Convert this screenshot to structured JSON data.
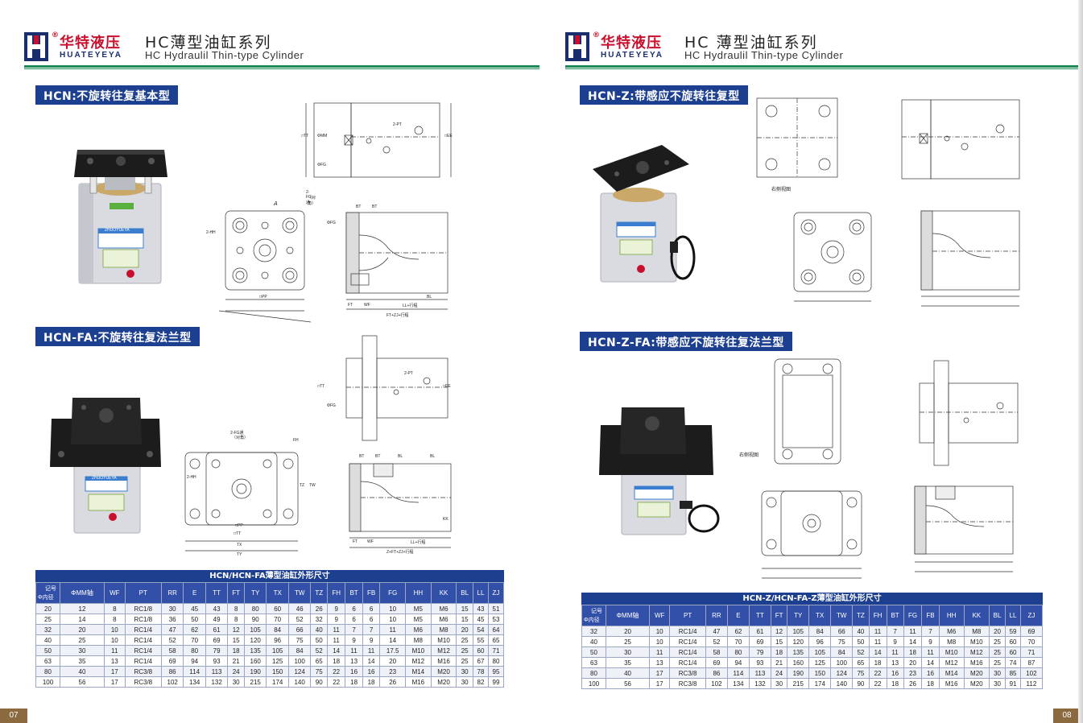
{
  "brand": {
    "name_cn": "华特液压",
    "reg_mark": "®",
    "name_en": "HUATEYEYA",
    "colors": {
      "red": "#c8102e",
      "navy": "#1a2e6e",
      "green_rule": "#1f8a58",
      "label_blue": "#1d3f8f"
    }
  },
  "left_page": {
    "series_cn": "HC薄型油缸系列",
    "series_en": "HC Hydraulil Thin-type Cylinder",
    "section1_label": "HCN:不旋转往复基本型",
    "section2_label": "HCN-FA:不旋转往复法兰型",
    "photo1_badge": "ZHUOYUEYA",
    "photo2_badge": "ZHUOYUEYA",
    "page_number": "07",
    "drawing_labels": {
      "two_pt": "2-PT",
      "tt": "□TT",
      "mm": "ΦMM",
      "fg": "ΦFG",
      "ee": "□EE",
      "two_fg": "2-FG通",
      "dui_jiao": "（对角）",
      "two_hh": "2-HH",
      "a": "A",
      "pp": "□PP",
      "bt": "BT",
      "kk": "KK",
      "ft": "FT",
      "wf": "WF",
      "bl": "BL",
      "ll_stroke": "LL+行程",
      "ft_zj_stroke": "FT+ZJ+行程",
      "fh": "FH",
      "tz": "TZ",
      "tw": "TW",
      "tx": "TX",
      "ty": "TY",
      "z_ft_zj_stroke": "Z+FT+ZJ+行程"
    },
    "table": {
      "title": "HCN/HCN-FA薄型油缸外形尺寸",
      "corner_top": "记号",
      "corner_bottom": "Φ内径",
      "headers": [
        "ΦMM轴",
        "WF",
        "PT",
        "RR",
        "E",
        "TT",
        "FT",
        "TY",
        "TX",
        "TW",
        "TZ",
        "FH",
        "BT",
        "FB",
        "FG",
        "HH",
        "KK",
        "BL",
        "LL",
        "ZJ"
      ],
      "rows": [
        [
          "20",
          "12",
          "8",
          "RC1/8",
          "30",
          "45",
          "43",
          "8",
          "80",
          "60",
          "46",
          "26",
          "9",
          "6",
          "6",
          "10",
          "M5",
          "M6",
          "15",
          "43",
          "51"
        ],
        [
          "25",
          "14",
          "8",
          "RC1/8",
          "36",
          "50",
          "49",
          "8",
          "90",
          "70",
          "52",
          "32",
          "9",
          "6",
          "6",
          "10",
          "M5",
          "M6",
          "15",
          "45",
          "53"
        ],
        [
          "32",
          "20",
          "10",
          "RC1/4",
          "47",
          "62",
          "61",
          "12",
          "105",
          "84",
          "66",
          "40",
          "11",
          "7",
          "7",
          "11",
          "M6",
          "M8",
          "20",
          "54",
          "64"
        ],
        [
          "40",
          "25",
          "10",
          "RC1/4",
          "52",
          "70",
          "69",
          "15",
          "120",
          "96",
          "75",
          "50",
          "11",
          "9",
          "9",
          "14",
          "M8",
          "M10",
          "25",
          "55",
          "65"
        ],
        [
          "50",
          "30",
          "11",
          "RC1/4",
          "58",
          "80",
          "79",
          "18",
          "135",
          "105",
          "84",
          "52",
          "14",
          "11",
          "11",
          "17.5",
          "M10",
          "M12",
          "25",
          "60",
          "71"
        ],
        [
          "63",
          "35",
          "13",
          "RC1/4",
          "69",
          "94",
          "93",
          "21",
          "160",
          "125",
          "100",
          "65",
          "18",
          "13",
          "14",
          "20",
          "M12",
          "M16",
          "25",
          "67",
          "80"
        ],
        [
          "80",
          "40",
          "17",
          "RC3/8",
          "86",
          "114",
          "113",
          "24",
          "190",
          "150",
          "124",
          "75",
          "22",
          "16",
          "16",
          "23",
          "M14",
          "M20",
          "30",
          "78",
          "95"
        ],
        [
          "100",
          "56",
          "17",
          "RC3/8",
          "102",
          "134",
          "132",
          "30",
          "215",
          "174",
          "140",
          "90",
          "22",
          "18",
          "18",
          "26",
          "M16",
          "M20",
          "30",
          "82",
          "99"
        ]
      ]
    }
  },
  "right_page": {
    "series_cn": "HC 薄型油缸系列",
    "series_en": "HC Hydraulil Thin-type Cylinder",
    "section1_label": "HCN-Z:带感应不旋转往复型",
    "section2_label": "HCN-Z-FA:带感应不旋转往复法兰型",
    "side_view_1": "右侧视图",
    "side_view_2": "右侧视图",
    "page_number": "08",
    "table": {
      "title": "HCN-Z/HCN-FA-Z薄型油缸外形尺寸",
      "corner_top": "记号",
      "corner_bottom": "Φ内径",
      "headers": [
        "ΦMM轴",
        "WF",
        "PT",
        "RR",
        "E",
        "TT",
        "FT",
        "TY",
        "TX",
        "TW",
        "TZ",
        "FH",
        "BT",
        "FG",
        "FB",
        "HH",
        "KK",
        "BL",
        "LL",
        "ZJ"
      ],
      "rows": [
        [
          "32",
          "20",
          "10",
          "RC1/4",
          "47",
          "62",
          "61",
          "12",
          "105",
          "84",
          "66",
          "40",
          "11",
          "7",
          "11",
          "7",
          "M6",
          "M8",
          "20",
          "59",
          "69"
        ],
        [
          "40",
          "25",
          "10",
          "RC1/4",
          "52",
          "70",
          "69",
          "15",
          "120",
          "96",
          "75",
          "50",
          "11",
          "9",
          "14",
          "9",
          "M8",
          "M10",
          "25",
          "60",
          "70"
        ],
        [
          "50",
          "30",
          "11",
          "RC1/4",
          "58",
          "80",
          "79",
          "18",
          "135",
          "105",
          "84",
          "52",
          "14",
          "11",
          "18",
          "11",
          "M10",
          "M12",
          "25",
          "60",
          "71"
        ],
        [
          "63",
          "35",
          "13",
          "RC1/4",
          "69",
          "94",
          "93",
          "21",
          "160",
          "125",
          "100",
          "65",
          "18",
          "13",
          "20",
          "14",
          "M12",
          "M16",
          "25",
          "74",
          "87"
        ],
        [
          "80",
          "40",
          "17",
          "RC3/8",
          "86",
          "114",
          "113",
          "24",
          "190",
          "150",
          "124",
          "75",
          "22",
          "16",
          "23",
          "16",
          "M14",
          "M20",
          "30",
          "85",
          "102"
        ],
        [
          "100",
          "56",
          "17",
          "RC3/8",
          "102",
          "134",
          "132",
          "30",
          "215",
          "174",
          "140",
          "90",
          "22",
          "18",
          "26",
          "18",
          "M16",
          "M20",
          "30",
          "91",
          "112"
        ]
      ]
    }
  }
}
